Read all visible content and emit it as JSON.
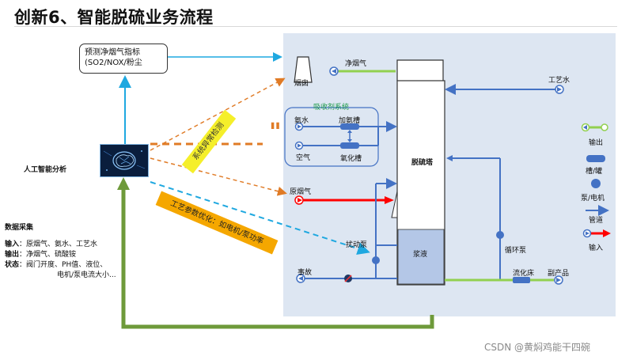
{
  "title": "创新6、智能脱硫业务流程",
  "predict_box": {
    "line1": "预测净烟气指标",
    "line2": "(SO2/NOX/粉尘"
  },
  "ai_label": "人工智能分析",
  "data_collection": {
    "heading": "数据采集",
    "input_label": "输入",
    "input_value": "：原烟气、氨水、工艺水",
    "output_label": "输出",
    "output_value": "：净烟气、硫酸铵",
    "status_label": "状态",
    "status_value": "：阀门开度、PH值、液位、",
    "status_value2": "电机/泵电流大小..."
  },
  "badges": {
    "anomaly": "系统异常检测",
    "optimize": "工艺参数优化：如电机/泵功率"
  },
  "quote_mark": "\"",
  "diagram": {
    "chimney": "烟囱",
    "clean_gas": "净烟气",
    "process_water": "工艺水",
    "absorbent_system": "吸收剂系统",
    "ammonia_water": "氨水",
    "ammonia_tank": "加氨槽",
    "air": "空气",
    "oxidation_tank": "氧化槽",
    "tower": "脱硫塔",
    "raw_gas": "原烟气",
    "disturb_pump": "扰动泵",
    "slurry": "浆液",
    "circ_pump": "循环泵",
    "accident": "事故",
    "fluid_bed": "流化床",
    "byproduct": "副产品"
  },
  "legend": {
    "output": "输出",
    "tank": "槽/罐",
    "pump": "泵/电机",
    "pipe": "管道",
    "input": "输入"
  },
  "watermark": "CSDN @黄焖鸡能干四碗",
  "colors": {
    "green_pipe": "#92d050",
    "blue_pipe": "#4472c4",
    "red_pipe": "#ff0000",
    "orange_dash": "#e07b26",
    "cyan_dash": "#1fa8e0",
    "feedback_green": "#6e9a3a",
    "panel_bg": "#dde6f2",
    "light_blue_line": "#1fa8e0"
  }
}
